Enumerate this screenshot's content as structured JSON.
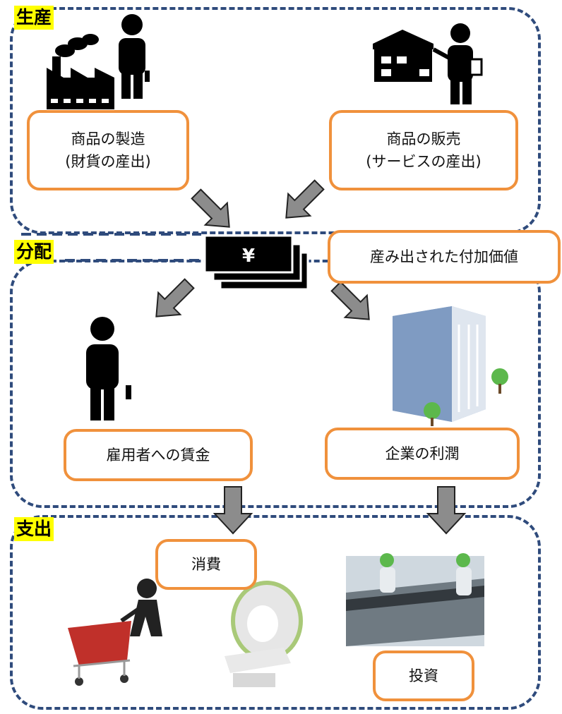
{
  "sections": {
    "production": "生産",
    "distribution": "分配",
    "expenditure": "支出"
  },
  "boxes": {
    "manufacture": "商品の製造\n(財貨の産出)",
    "sales": "商品の販売\n(サービスの産出)",
    "added_value": "産み出された付加価値",
    "wages": "雇用者への賃金",
    "profit": "企業の利潤",
    "consumption": "消費",
    "investment": "投資"
  },
  "money_symbol": "¥",
  "colors": {
    "region_border": "#2f4b7c",
    "box_border": "#f0913c",
    "tag_bg": "#ffff00",
    "arrow_fill": "#8c8c8c"
  }
}
